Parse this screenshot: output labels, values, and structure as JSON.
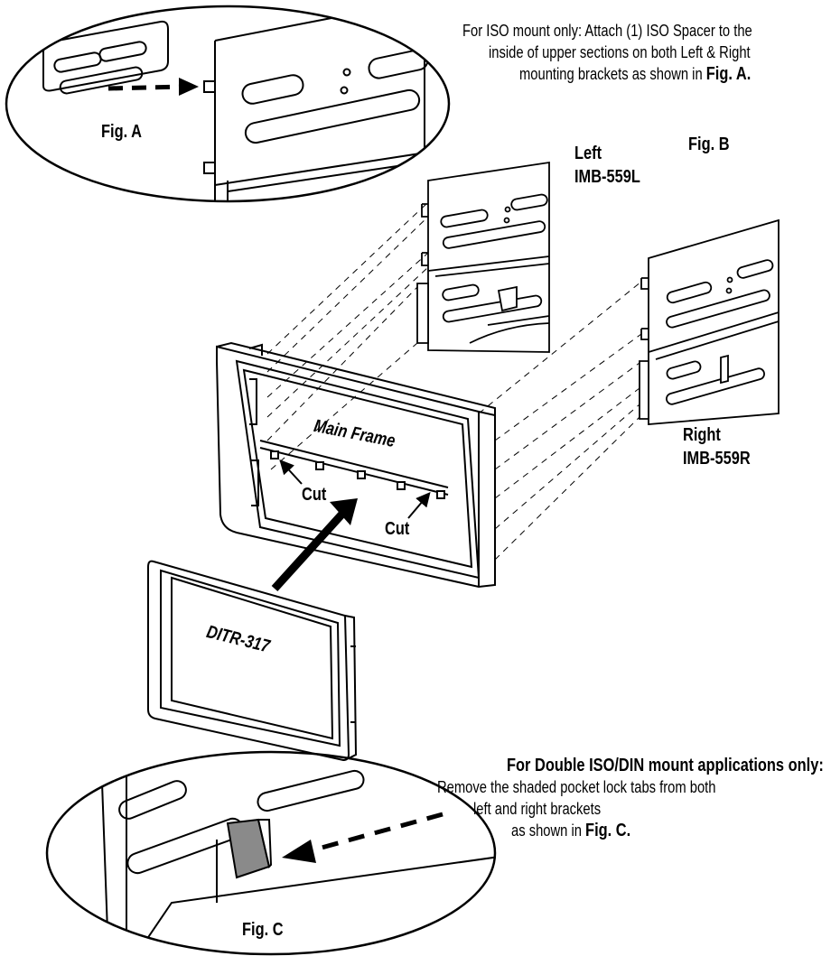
{
  "note_top": {
    "line1": "For ISO mount only:  Attach (1) ISO Spacer to the",
    "line2": "inside of upper sections on both Left & Right",
    "line3_prefix": "mounting brackets as shown in ",
    "line3_ref": "Fig. A."
  },
  "fig_a_label": "Fig. A",
  "fig_b_label": "Fig. B",
  "fig_c_label": "Fig. C",
  "left_bracket": {
    "line1": "Left",
    "line2": "IMB-559L"
  },
  "right_bracket": {
    "line1": "Right",
    "line2": "IMB-559R"
  },
  "main_frame_label": "Main Frame",
  "cut_label_1": "Cut",
  "cut_label_2": "Cut",
  "ditr_label": "DITR-317",
  "note_bottom": {
    "heading": "For Double ISO/DIN mount applications only:",
    "line1": "Remove the shaded pocket lock tabs from both",
    "line2": "left and right brackets",
    "line3_prefix": "as shown in ",
    "line3_ref": "Fig. C."
  },
  "colors": {
    "ink": "#000000",
    "paper": "#ffffff",
    "tab_shade": "#8a8a8a"
  }
}
